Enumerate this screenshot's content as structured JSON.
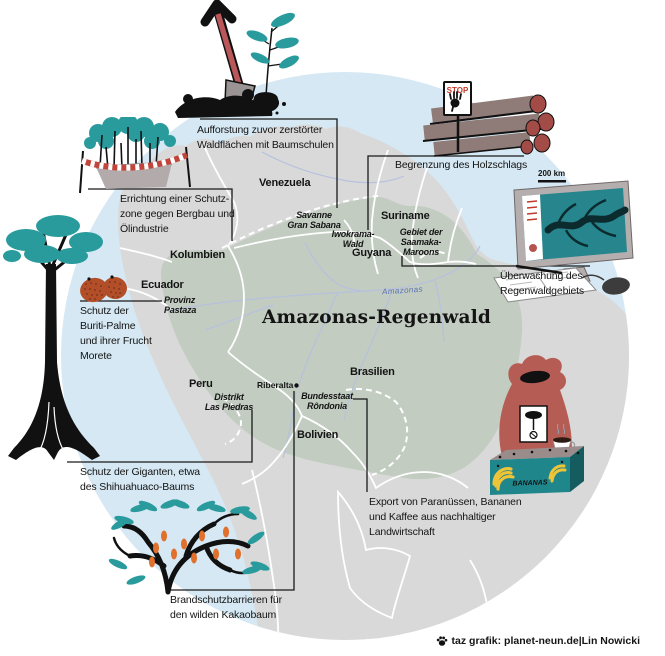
{
  "map": {
    "title": "Amazonas-Regenwald",
    "river_label": "Amazonas",
    "city_label": "Riberalta",
    "scale_label": "200 km",
    "countries": {
      "venezuela": "Venezuela",
      "kolumbien": "Kolumbien",
      "ecuador": "Ecuador",
      "peru": "Peru",
      "guyana": "Guyana",
      "suriname": "Suriname",
      "brasilien": "Brasilien",
      "bolivien": "Bolivien"
    },
    "regions": {
      "gran_sabana": [
        "Savanne",
        "Gran Sabana"
      ],
      "iwokrama": [
        "Iwokrama-",
        "Wald"
      ],
      "saamaka": [
        "Gebiet der",
        "Saamaka-",
        "Maroons"
      ],
      "pastaza": [
        "Provinz",
        "Pastaza"
      ],
      "las_piedras": [
        "Distrikt",
        "Las Piedras"
      ],
      "rondonia": [
        "Bundesstaat",
        "Rôndonia"
      ]
    }
  },
  "annotations": {
    "aufforstung": [
      "Aufforstung zuvor zerstörter",
      "Waldflächen mit Baumschulen"
    ],
    "begrenzung": [
      "Begrenzung des Holzschlags"
    ],
    "ueberwachung": [
      "Überwachung des",
      "Regenwaldgebiets"
    ],
    "errichtung": [
      "Errichtung einer Schutz-",
      "zone gegen Bergbau und",
      "Ölindustrie"
    ],
    "buriti": [
      "Schutz der",
      "Buriti-Palme",
      "und ihrer Frucht",
      "Morete"
    ],
    "giganten": [
      "Schutz der Giganten, etwa",
      "des Shihuahuaco-Baums"
    ],
    "brandschutz": [
      "Brandschutzbarrieren für",
      "den wilden Kakaobaum"
    ],
    "export": [
      "Export von Paranüssen, Bananen",
      "und Kaffee aus nachhaltiger",
      "Landwirtschaft"
    ]
  },
  "illustrations": {
    "stop_sign_label": "STOP",
    "banana_box_label": "BANANAS"
  },
  "credit": "taz grafik: planet-neun.de|Lin Nowicki",
  "colors": {
    "ocean": "#d5e8f3",
    "land": "#d9d9d9",
    "rainforest": "#c2ccc1",
    "foliage_teal": "#2a9b9d",
    "dusty_red": "#b55c55",
    "pod_orange": "#e0702c",
    "banana_yellow": "#f0c437",
    "river_blue": "#b6c1de"
  }
}
